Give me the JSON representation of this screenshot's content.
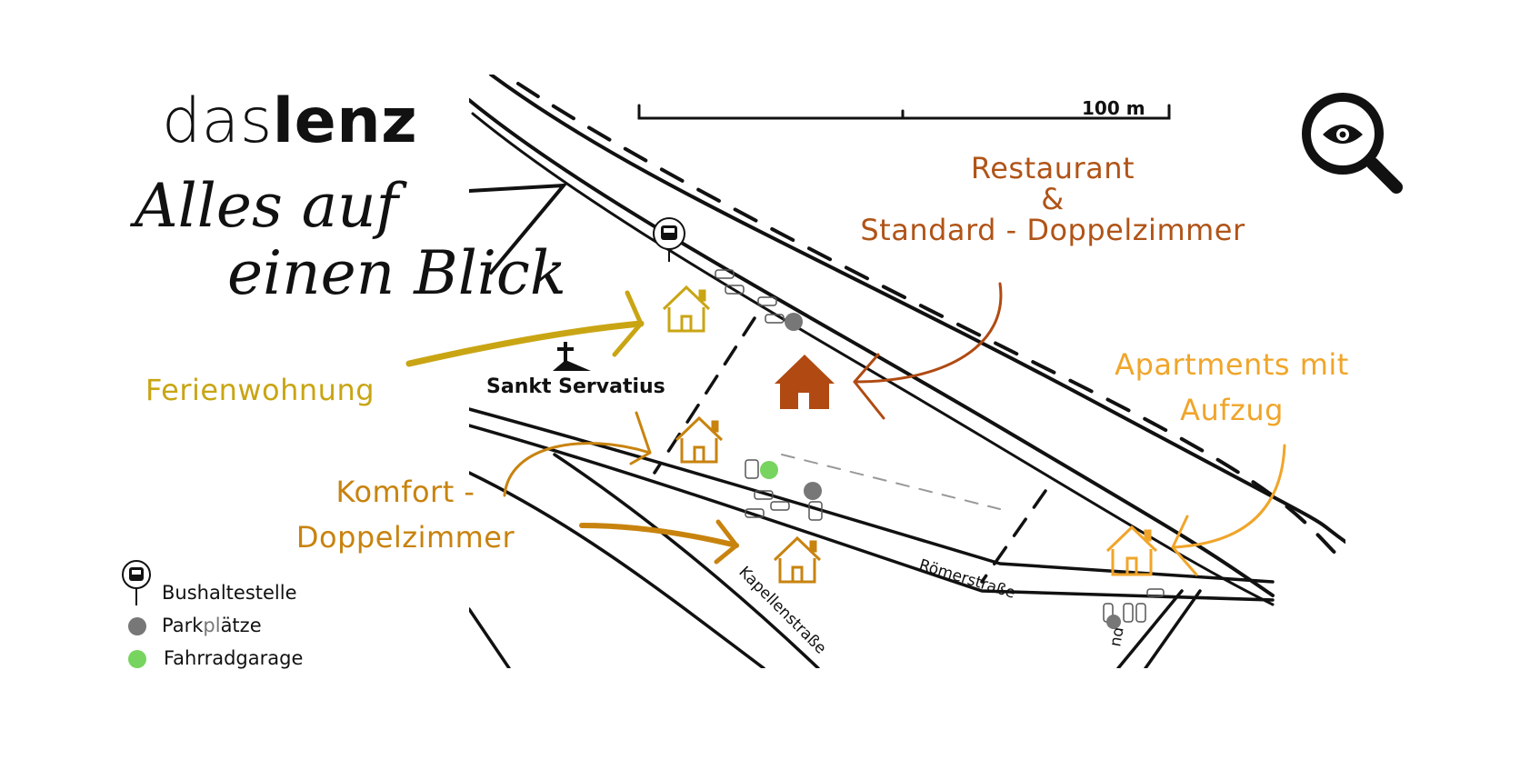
{
  "brand": {
    "prefix": "das",
    "name": "lenz"
  },
  "tagline": {
    "line1": "Alles auf",
    "line2": "einen Blick"
  },
  "scale": {
    "label": "100 m"
  },
  "map_labels": {
    "church": "Sankt Servatius",
    "street_roemer": "Römerstraße",
    "street_kapellen": "Kapellenstraße",
    "street_partial": "nd"
  },
  "annotations": {
    "restaurant_line1": "Restaurant",
    "restaurant_line2": "&",
    "restaurant_line3": "Standard - Doppelzimmer",
    "ferienwohnung": "Ferienwohnung",
    "komfort_line1": "Komfort -",
    "komfort_line2": "Doppelzimmer",
    "apartments_line1": "Apartments mit",
    "apartments_line2": "Aufzug"
  },
  "legend": {
    "bus": "Bushaltestelle",
    "parking_a": "Park",
    "parking_b": "pl",
    "parking_c": "ätze",
    "bike": "Fahrradgarage"
  },
  "colors": {
    "restaurant": "#b04a12",
    "ferienwohnung": "#c9a514",
    "komfort": "#c8830f",
    "apartments": "#f0a52a",
    "parking": "#777777",
    "bike": "#77d45f",
    "map_lines": "#111111"
  },
  "icons": {
    "search": "magnifier-eye-icon",
    "bus": "bus-stop-icon",
    "church": "church-icon",
    "house": "house-icon"
  }
}
